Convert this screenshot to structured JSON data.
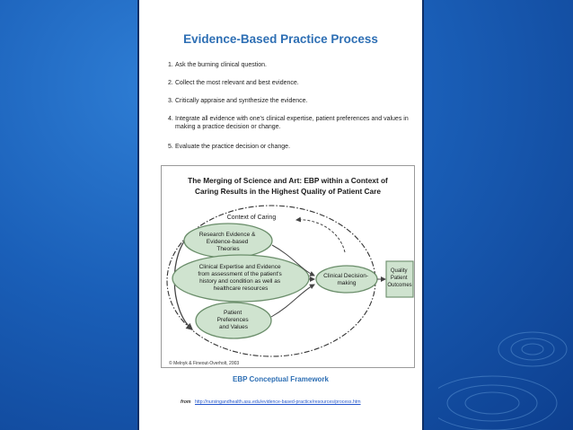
{
  "document": {
    "title": "Evidence-Based Practice Process",
    "steps": [
      {
        "number": "1.",
        "text": "Ask the burning clinical question."
      },
      {
        "number": "2.",
        "text": "Collect the most relevant and best evidence."
      },
      {
        "number": "3.",
        "text": "Critically appraise and synthesize the evidence."
      },
      {
        "number": "4.",
        "text": "Integrate all evidence with one's clinical expertise, patient preferences and values in making a practice decision or change."
      },
      {
        "number": "5.",
        "text": "Evaluate the practice decision or change."
      }
    ]
  },
  "figure": {
    "title_line1": "The Merging of Science and Art: EBP within a Context of",
    "title_line2": "Caring Results in the Highest Quality of Patient Care",
    "context_label": "Context of Caring",
    "node_research": [
      "Research Evidence &",
      "Evidence-based",
      "Theories"
    ],
    "node_clinical": [
      "Clinical Expertise and Evidence",
      "from assessment of the patient's",
      "history and condition as well as",
      "healthcare resources"
    ],
    "node_patient": [
      "Patient",
      "Preferences",
      "and Values"
    ],
    "node_decision": [
      "Clinical Decision-",
      "making"
    ],
    "node_outcomes": [
      "Quality",
      "Patient",
      "Outcomes"
    ],
    "credit": "© Melnyk & Fineout-Overholt, 2003",
    "colors": {
      "node_fill": "#cfe3cf",
      "node_stroke": "#6b8e6b",
      "outcomes_fill": "#cfe3cf"
    }
  },
  "caption": "EBP Conceptual Framework",
  "source": {
    "prefix": "from",
    "url": "http://nursingandhealth.asu.edu/evidence-based-practice/resources/process.htm"
  }
}
